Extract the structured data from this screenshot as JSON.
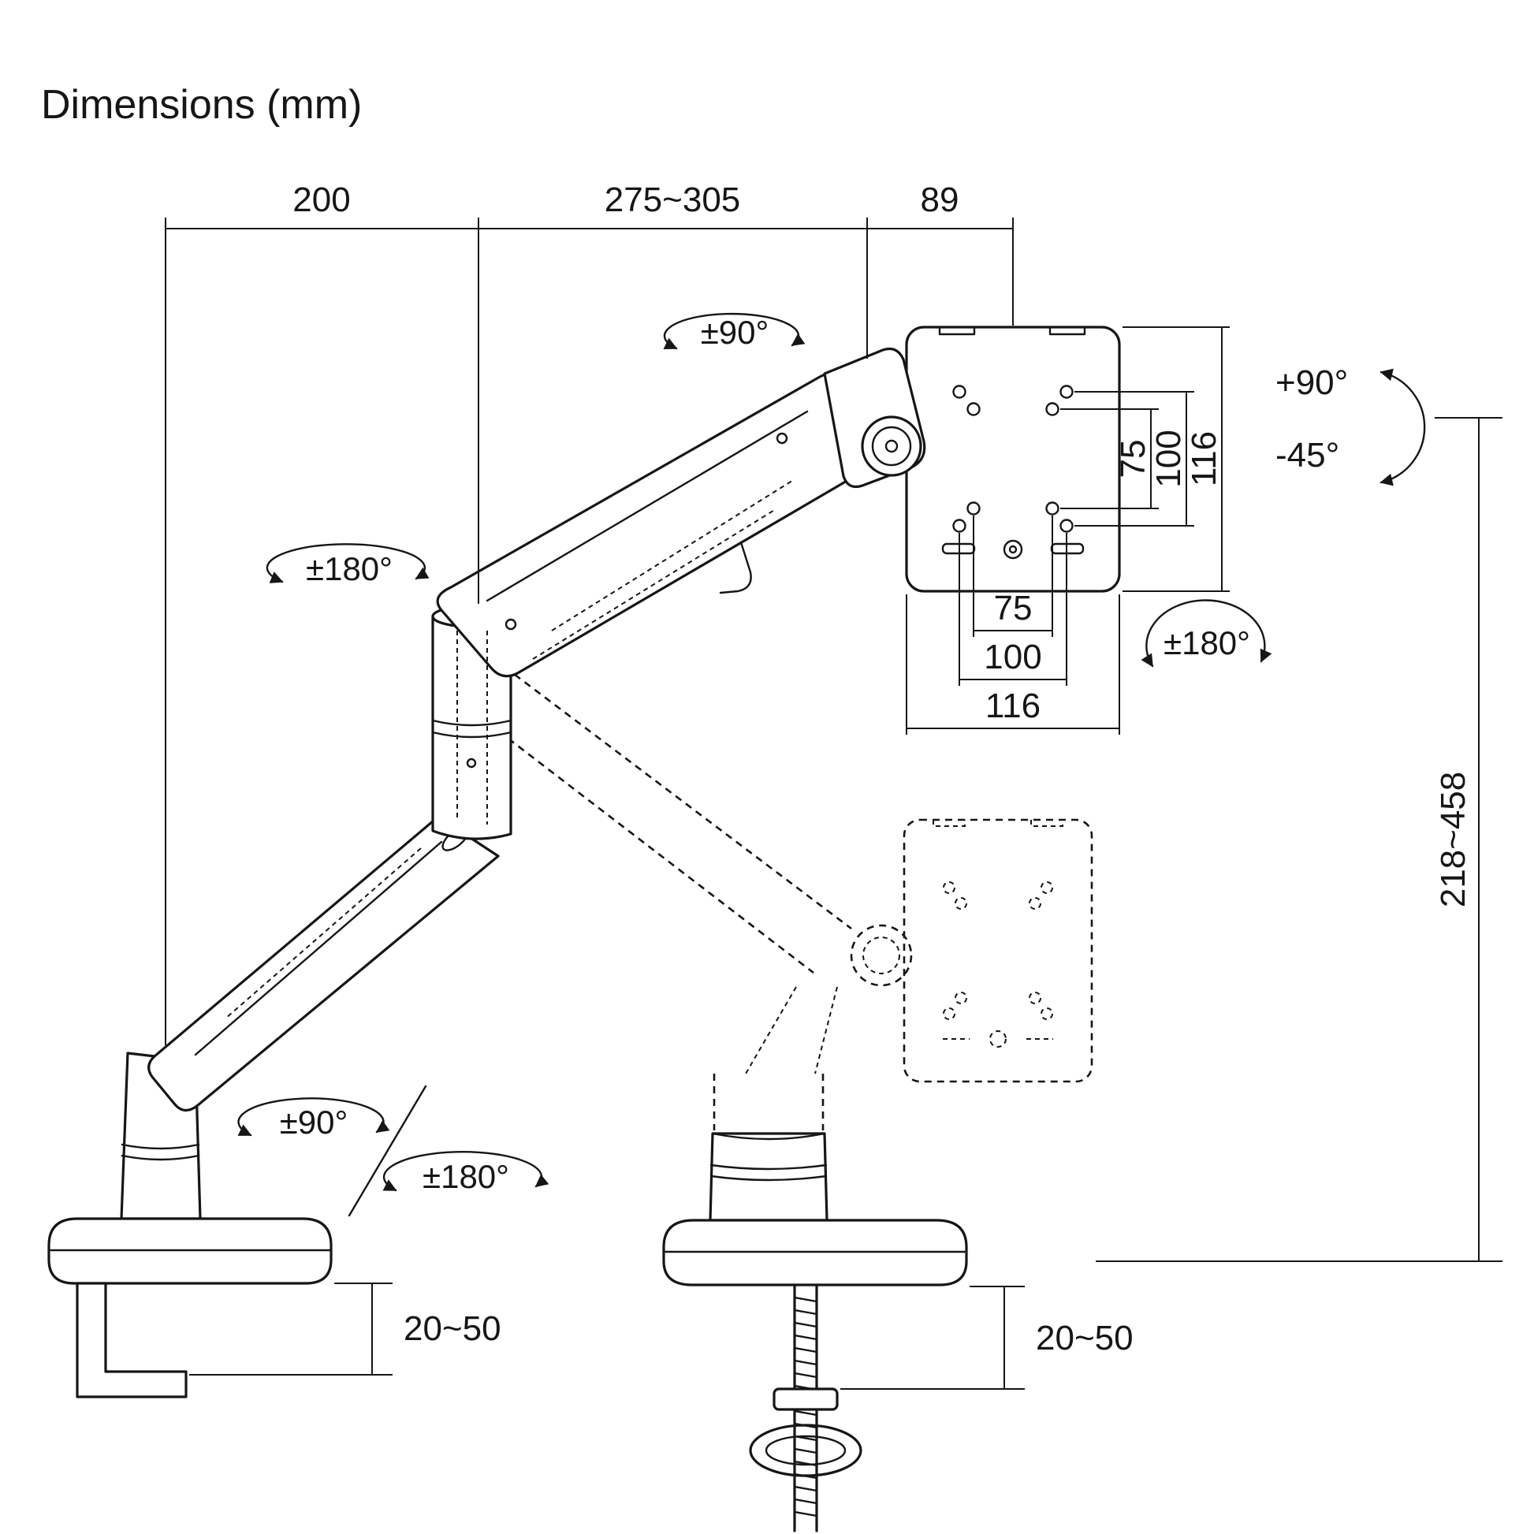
{
  "title": "Dimensions (mm)",
  "colors": {
    "ink": "#161616",
    "background": "#ffffff"
  },
  "dims": {
    "arm_reach_rear": "200",
    "arm_reach_front": "275~305",
    "head_offset": "89",
    "vesa_vertical": {
      "v75": "75",
      "v100": "100",
      "v116": "116"
    },
    "vesa_horizontal": {
      "h75": "75",
      "h100": "100",
      "h116": "116"
    },
    "height_range": "218~458",
    "desk_thickness_clamp": "20~50",
    "desk_thickness_grommet": "20~50"
  },
  "rotations": {
    "head_swivel": "±90°",
    "elbow_swivel": "±180°",
    "tilt_up": "+90°",
    "tilt_down": "-45°",
    "screen_rotation": "±180°",
    "base_swivel": "±90°",
    "base_rotation": "±180°"
  }
}
